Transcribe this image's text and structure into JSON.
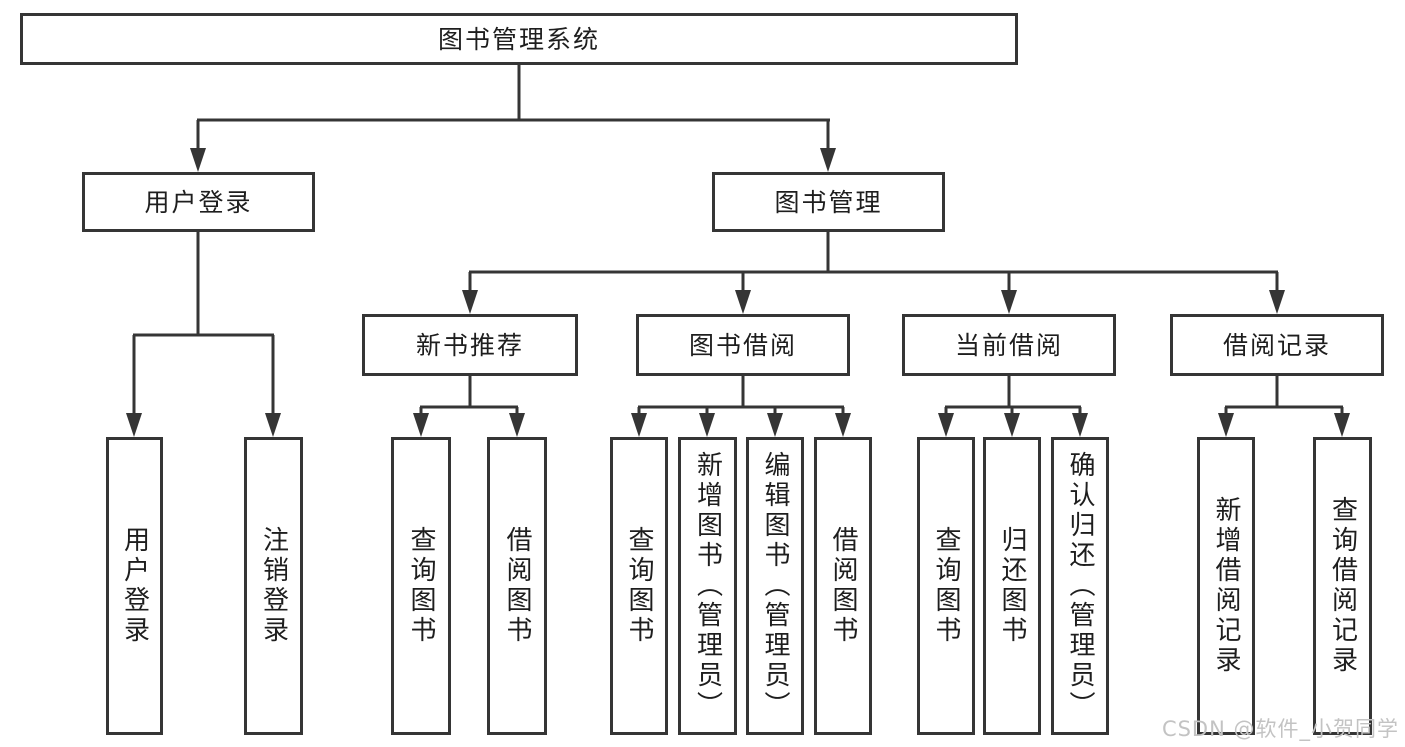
{
  "tree": {
    "root": "图书管理系统",
    "branches": [
      {
        "label": "用户登录",
        "leaves": [
          "用户登录",
          "注销登录"
        ]
      },
      {
        "label": "图书管理",
        "groups": [
          {
            "label": "新书推荐",
            "leaves": [
              "查询图书",
              "借阅图书"
            ]
          },
          {
            "label": "图书借阅",
            "leaves": [
              "查询图书",
              "新增图书（管理员）",
              "编辑图书（管理员）",
              "借阅图书"
            ]
          },
          {
            "label": "当前借阅",
            "leaves": [
              "查询图书",
              "归还图书",
              "确认归还（管理员）"
            ]
          },
          {
            "label": "借阅记录",
            "leaves": [
              "新增借阅记录",
              "查询借阅记录"
            ]
          }
        ]
      }
    ]
  },
  "watermark": "CSDN @软件_小贺同学",
  "colors": {
    "line": "#353535",
    "box_border": "#353535",
    "text": "#1e1e1e",
    "watermark": "#c3c3c3",
    "background": "#ffffff"
  }
}
